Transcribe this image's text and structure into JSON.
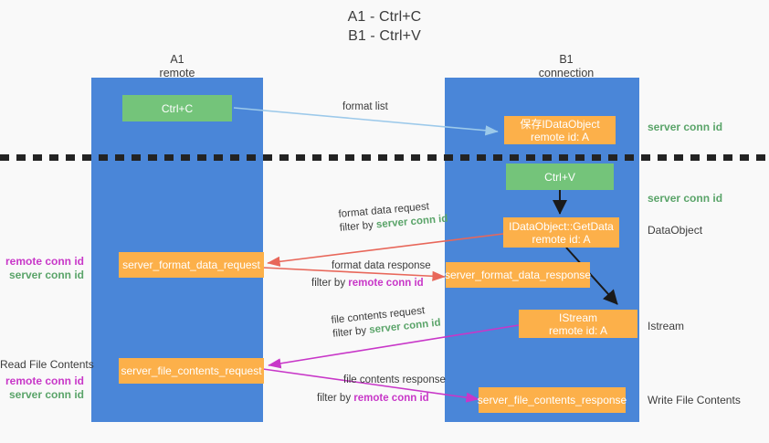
{
  "title": {
    "line1": "A1 - Ctrl+C",
    "line2": "B1 - Ctrl+V"
  },
  "columns": [
    {
      "name": "A1",
      "subtitle": "remote"
    },
    {
      "name": "B1",
      "subtitle": "connection"
    }
  ],
  "nodes": {
    "ctrl_c": {
      "label": "Ctrl+C"
    },
    "ctrl_v": {
      "label": "Ctrl+V"
    },
    "save_dataobject": {
      "line1": "保存IDataObject",
      "line2": "remote id: A"
    },
    "getdata": {
      "line1": "IDataObject::GetData",
      "line2": "remote id: A"
    },
    "istream": {
      "line1": "IStream",
      "line2": "remote id: A"
    },
    "fmt_req": {
      "label": "server_format_data_request"
    },
    "fmt_resp": {
      "label": "server_format_data_response"
    },
    "file_req": {
      "label": "server_file_contents_request"
    },
    "file_resp": {
      "label": "server_file_contents_response"
    }
  },
  "edges": [
    {
      "id": "format-list",
      "label": "format list"
    },
    {
      "id": "format-data-request",
      "label": "format data request",
      "filter_prefix": "filter by ",
      "filter_value": "server conn id"
    },
    {
      "id": "format-data-response",
      "label": "format data response",
      "filter_prefix": "filter by ",
      "filter_value": "remote conn id"
    },
    {
      "id": "file-contents-request",
      "label": "file contents request",
      "filter_prefix": "filter by ",
      "filter_value": "server conn id"
    },
    {
      "id": "file-contents-response",
      "label": "file contents response",
      "filter_prefix": "filter by ",
      "filter_value": "remote conn id"
    }
  ],
  "right_labels": {
    "server_conn_id_top": "server conn id",
    "server_conn_id_mid": "server conn id",
    "dataobject": "DataObject",
    "istream": "Istream",
    "write_file_contents": "Write File Contents"
  },
  "left_labels": {
    "remote_conn_id_1": "remote conn id",
    "server_conn_id_1": "server conn id",
    "read_file_contents": "Read File Contents",
    "remote_conn_id_2": "remote conn id",
    "server_conn_id_2": "server conn id"
  },
  "colors": {
    "panel_blue": "#4a86d8",
    "node_green": "#74c47a",
    "node_orange": "#fcb04a",
    "background": "#f9f9f9",
    "arrow_light_blue": "#9cc9ea",
    "arrow_red": "#e8675a",
    "arrow_magenta": "#c837c8",
    "arrow_black": "#1a1a1a",
    "text_green": "#5aa469",
    "text_magenta": "#c837c8",
    "dash_line": "#232323"
  }
}
